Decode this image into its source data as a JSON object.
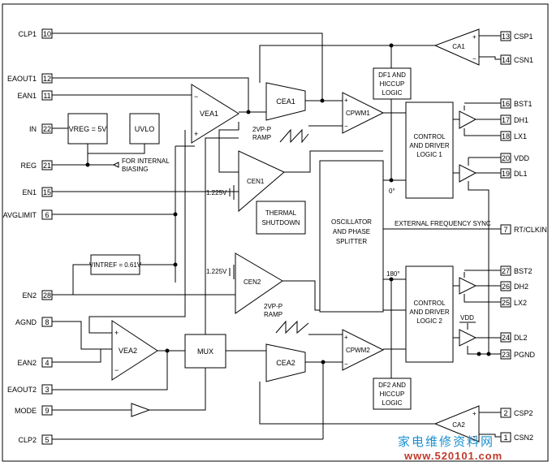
{
  "pins_left": [
    {
      "num": "10",
      "name": "CLP1"
    },
    {
      "num": "12",
      "name": "EAOUT1"
    },
    {
      "num": "11",
      "name": "EAN1"
    },
    {
      "num": "22",
      "name": "IN"
    },
    {
      "num": "21",
      "name": "REG"
    },
    {
      "num": "15",
      "name": "EN1"
    },
    {
      "num": "6",
      "name": "AVGLIMIT"
    },
    {
      "num": "28",
      "name": "EN2"
    },
    {
      "num": "8",
      "name": "AGND"
    },
    {
      "num": "4",
      "name": "EAN2"
    },
    {
      "num": "3",
      "name": "EAOUT2"
    },
    {
      "num": "9",
      "name": "MODE"
    },
    {
      "num": "5",
      "name": "CLP2"
    }
  ],
  "pins_right": [
    {
      "num": "13",
      "name": "CSP1"
    },
    {
      "num": "14",
      "name": "CSN1"
    },
    {
      "num": "16",
      "name": "BST1"
    },
    {
      "num": "17",
      "name": "DH1"
    },
    {
      "num": "18",
      "name": "LX1"
    },
    {
      "num": "20",
      "name": "VDD"
    },
    {
      "num": "19",
      "name": "DL1"
    },
    {
      "num": "7",
      "name": "RT/CLKIN"
    },
    {
      "num": "27",
      "name": "BST2"
    },
    {
      "num": "26",
      "name": "DH2"
    },
    {
      "num": "25",
      "name": "LX2"
    },
    {
      "num": "24",
      "name": "DL2"
    },
    {
      "num": "23",
      "name": "PGND"
    },
    {
      "num": "2",
      "name": "CSP2"
    },
    {
      "num": "1",
      "name": "CSN2"
    }
  ],
  "blocks": {
    "vreg": "VREG = 5V",
    "uvlo": "UVLO",
    "internal_biasing": [
      "FOR INTERNAL",
      "BIASING"
    ],
    "vintref": "VINTREF = 0.61V",
    "vea1": "VEA1",
    "vea2": "VEA2",
    "cea1": "CEA1",
    "cea2": "CEA2",
    "cpwm1": "CPWM1",
    "cpwm2": "CPWM2",
    "cen1": "CEN1",
    "cen2": "CEN2",
    "ca1": "CA1",
    "ca2": "CA2",
    "mux": "MUX",
    "thermal": [
      "THERMAL",
      "SHUTDOWN"
    ],
    "oscillator": [
      "OSCILLATOR",
      "AND PHASE",
      "SPLITTER"
    ],
    "df1": [
      "DF1 AND",
      "HICCUP",
      "LOGIC"
    ],
    "df2": [
      "DF2 AND",
      "HICCUP",
      "LOGIC"
    ],
    "ctrl1": [
      "CONTROL",
      "AND DRIVER",
      "LOGIC 1"
    ],
    "ctrl2": [
      "CONTROL",
      "AND DRIVER",
      "LOGIC 2"
    ]
  },
  "labels": {
    "ramp1_a": "2VP-P",
    "ramp1_b": "RAMP",
    "ramp2_a": "2VP-P",
    "ramp2_b": "RAMP",
    "ref_1225_a": "1.225V",
    "ref_1225_b": "1.225V",
    "phase0": "0°",
    "phase180": "180°",
    "ext_sync": "EXTERNAL FREQUENCY SYNC",
    "vdd_inner": "VDD"
  },
  "watermark": {
    "cn": "家电维修资料网",
    "url": "www.520101.com"
  }
}
